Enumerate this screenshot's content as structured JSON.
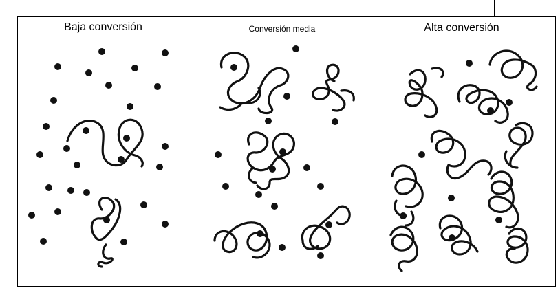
{
  "panels": {
    "low": {
      "title": "Baja conversión"
    },
    "mid": {
      "title": "Conversión media"
    },
    "high": {
      "title": "Alta conversión"
    }
  },
  "colors": {
    "ink": "#111111",
    "background": "#ffffff"
  }
}
